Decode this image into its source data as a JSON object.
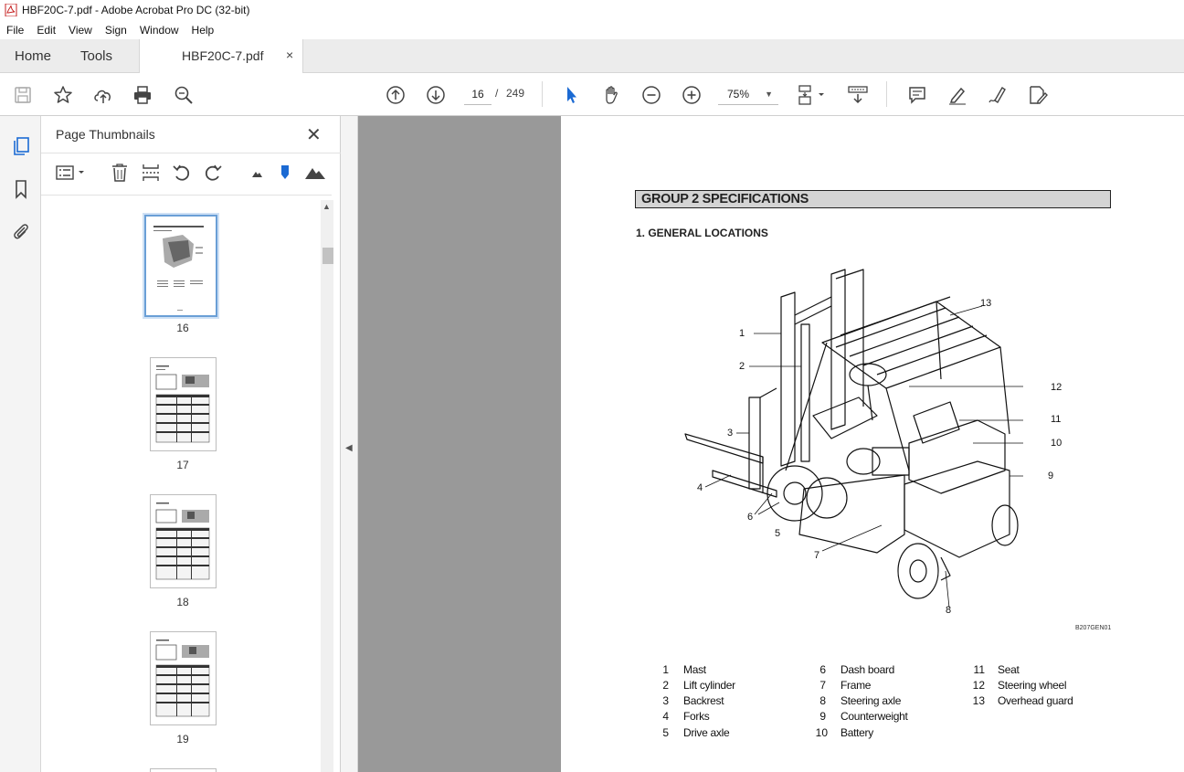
{
  "window": {
    "title": "HBF20C-7.pdf - Adobe Acrobat Pro DC (32-bit)"
  },
  "menu": [
    "File",
    "Edit",
    "View",
    "Sign",
    "Window",
    "Help"
  ],
  "tabs": {
    "home": "Home",
    "tools": "Tools",
    "document": "HBF20C-7.pdf",
    "close": "×"
  },
  "toolbar": {
    "current_page": "16",
    "separator": "/",
    "total_pages": "249",
    "zoom": "75%"
  },
  "panel": {
    "title": "Page Thumbnails",
    "thumbnails": [
      {
        "page": "16",
        "selected": true
      },
      {
        "page": "17",
        "selected": false
      },
      {
        "page": "18",
        "selected": false
      },
      {
        "page": "19",
        "selected": false
      }
    ]
  },
  "document": {
    "group_header": "GROUP 2  SPECIFICATIONS",
    "section_title": "1. GENERAL LOCATIONS",
    "figure_code": "B207GEN01",
    "callouts": [
      "1",
      "2",
      "3",
      "4",
      "5",
      "6",
      "7",
      "8",
      "9",
      "10",
      "11",
      "12",
      "13"
    ],
    "legend": [
      {
        "num": "1",
        "label": "Mast"
      },
      {
        "num": "2",
        "label": "Lift cylinder"
      },
      {
        "num": "3",
        "label": "Backrest"
      },
      {
        "num": "4",
        "label": "Forks"
      },
      {
        "num": "5",
        "label": "Drive axle"
      },
      {
        "num": "6",
        "label": "Dash board"
      },
      {
        "num": "7",
        "label": "Frame"
      },
      {
        "num": "8",
        "label": "Steering axle"
      },
      {
        "num": "9",
        "label": "Counterweight"
      },
      {
        "num": "10",
        "label": "Battery"
      },
      {
        "num": "11",
        "label": "Seat"
      },
      {
        "num": "12",
        "label": "Steering wheel"
      },
      {
        "num": "13",
        "label": "Overhead guard"
      }
    ]
  }
}
